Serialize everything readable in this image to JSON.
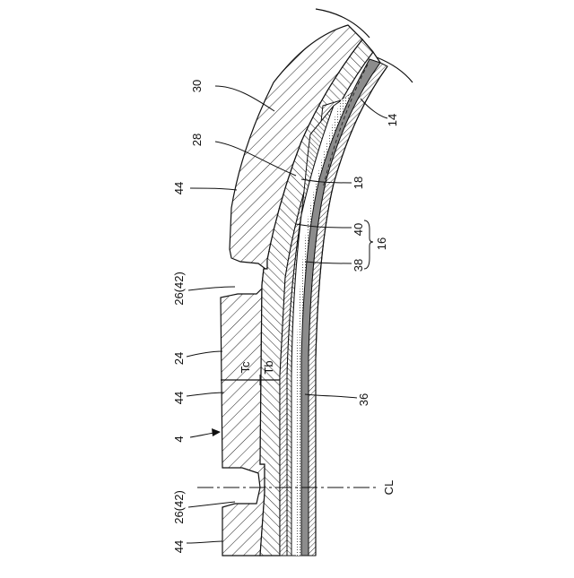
{
  "figure": {
    "labels": {
      "l30": "30",
      "l28": "28",
      "l44a": "44",
      "l14": "14",
      "l18": "18",
      "l40": "40",
      "l16": "16",
      "l38": "38",
      "l26a": "26(42)",
      "l24": "24",
      "tc": "Tc",
      "tb": "Tb",
      "l44b": "44",
      "l36": "36",
      "l4": "4",
      "l26b": "26(42)",
      "cl": "CL",
      "l44c": "44"
    }
  }
}
